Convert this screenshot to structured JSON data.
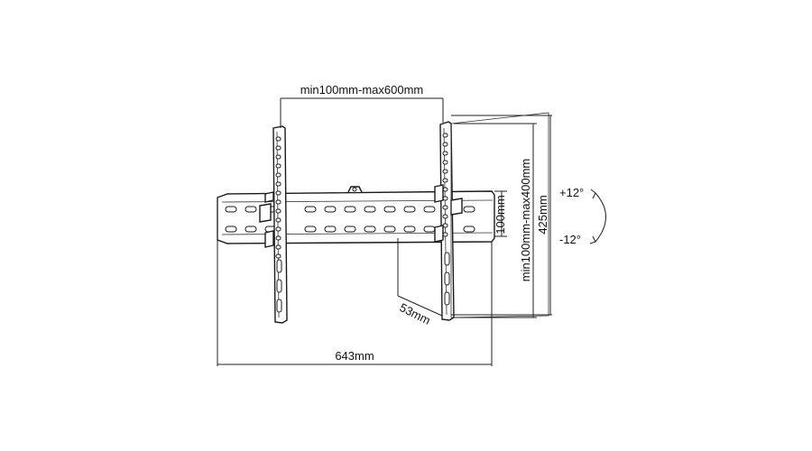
{
  "dimensions": {
    "vesa_horizontal": "min100mm-max600mm",
    "vesa_vertical": "min100mm-max400mm",
    "bracket_height": "100mm",
    "arm_height": "425mm",
    "wall_depth": "53mm",
    "total_width": "643mm"
  },
  "tilt": {
    "up": "+12°",
    "down": "-12°"
  },
  "colors": {
    "line": "#222222",
    "background": "#ffffff"
  }
}
